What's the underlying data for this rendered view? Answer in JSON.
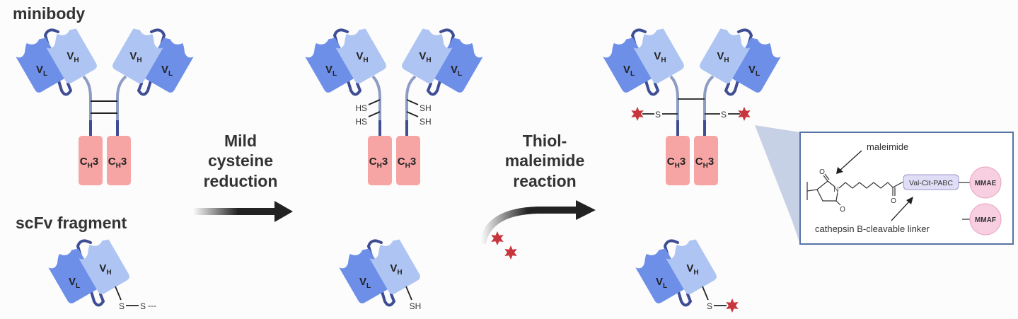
{
  "titles": {
    "minibody": "minibody",
    "scfv": "scFv fragment"
  },
  "steps": {
    "reduction": [
      "Mild",
      "cysteine",
      "reduction"
    ],
    "conjugation": [
      "Thiol-",
      "maleimide",
      "reaction"
    ]
  },
  "domains": {
    "vh": {
      "main": "V",
      "sub": "H"
    },
    "vl": {
      "main": "V",
      "sub": "L"
    },
    "ch3": {
      "main": "C",
      "sub": "H",
      "suffix": "3"
    }
  },
  "chem_labels": {
    "hs": "HS",
    "sh": "SH",
    "s": "S",
    "dashes": "---",
    "n": "N",
    "o": "O"
  },
  "inset": {
    "maleimide_label": "maleimide",
    "linker_label": "Val-Cit-PABC",
    "cleavable_label": "cathepsin B-cleavable linker",
    "payloads": [
      "MMAE",
      "MMAF"
    ]
  },
  "colors": {
    "vh": "#aec4f3",
    "vl": "#6d8fe8",
    "ch3": "#f7a4a4",
    "loop": "#3e4d94",
    "hinge": "#8d9cc4",
    "drug": "#c8363d",
    "inset_border": "#5673a6",
    "inset_wedge": "#c7d1e5"
  }
}
